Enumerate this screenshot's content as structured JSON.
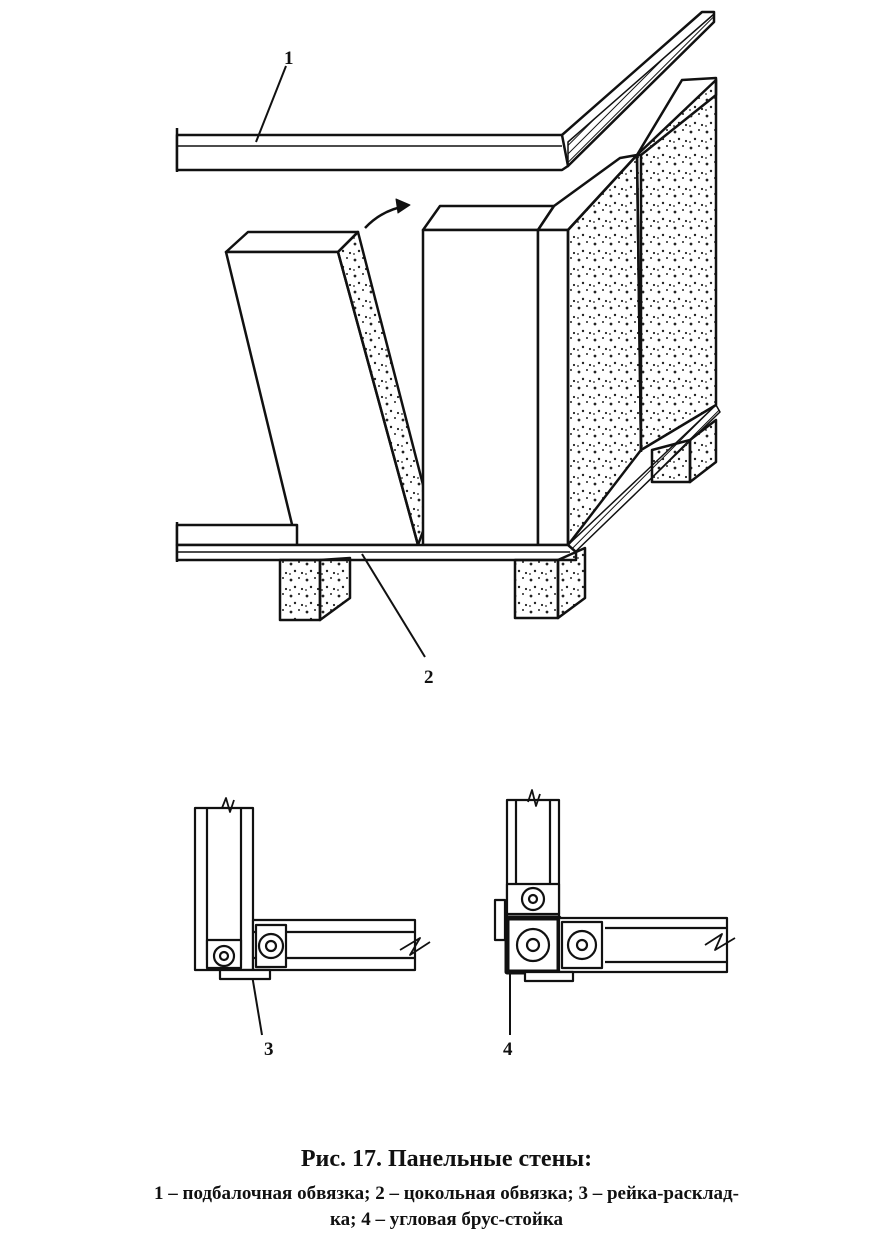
{
  "figure": {
    "labels": {
      "l1": "1",
      "l2": "2",
      "l3": "3",
      "l4": "4"
    }
  },
  "caption": {
    "title": "Рис. 17. Панельные стены:",
    "line1": "1 – подбалочная обвязка; 2 – цокольная обвязка; 3 – рейка-расклад-",
    "line2": "ка; 4 – угловая брус-стойка"
  }
}
